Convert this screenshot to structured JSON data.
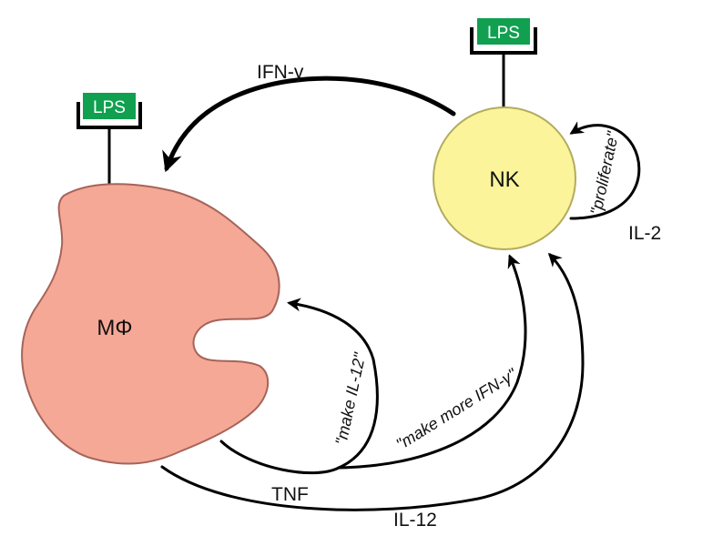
{
  "cells": {
    "macrophage": "MΦ",
    "nk": "NK"
  },
  "receptors": {
    "macrophage_lps": "LPS",
    "nk_lps": "LPS"
  },
  "signals": {
    "ifn_gamma": "IFN-γ",
    "il2": "IL-2",
    "tnf": "TNF",
    "il12": "IL-12"
  },
  "messages": {
    "proliferate": "\"proliferate\"",
    "make_il12": "\"make IL-12\"",
    "make_more_ifn": "\"make more IFN-γ\""
  },
  "colors": {
    "macrophage_fill": "#f5a895",
    "macrophage_stroke": "#a5645a",
    "nk_fill": "#fbf49a",
    "nk_stroke": "#b3ab60",
    "lps_fill": "#10a050"
  }
}
